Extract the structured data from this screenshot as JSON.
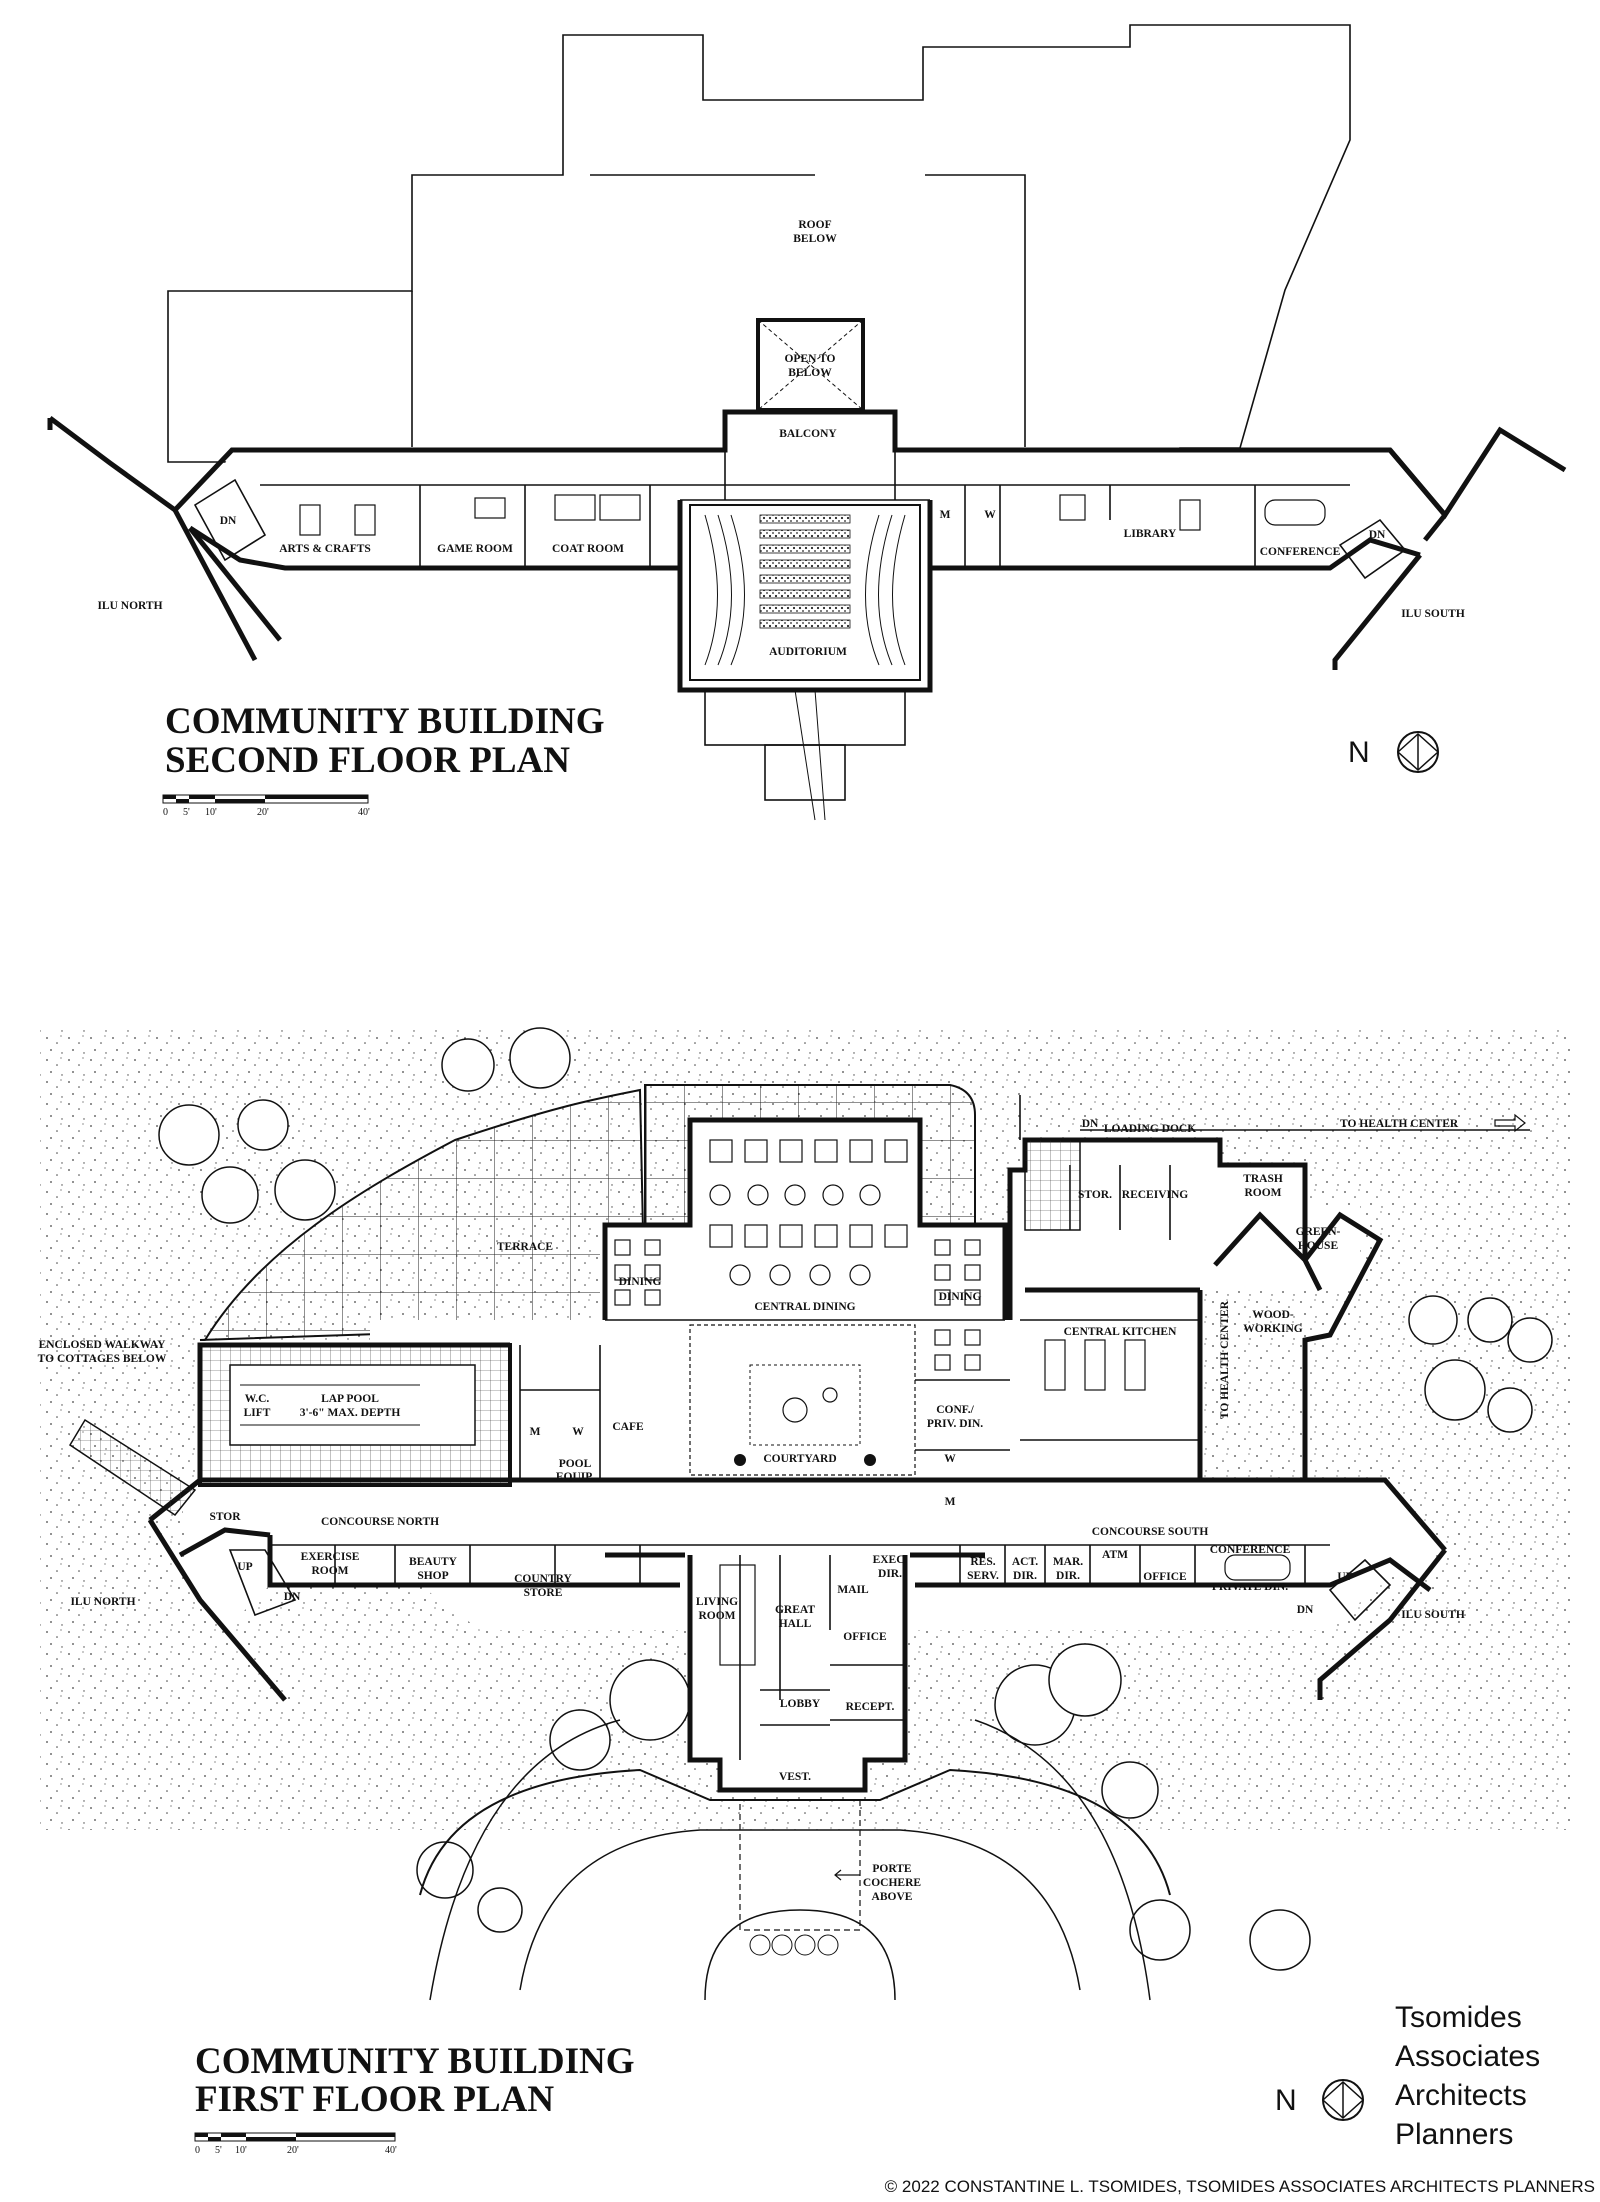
{
  "second_floor": {
    "title_line1": "COMMUNITY BUILDING",
    "title_line2": "SECOND FLOOR PLAN",
    "rooms": {
      "roof_below_1": "ROOF",
      "roof_below_2": "BELOW",
      "open_to_below_1": "OPEN TO",
      "open_to_below_2": "BELOW",
      "balcony": "BALCONY",
      "arts_crafts": "ARTS & CRAFTS",
      "game_room": "GAME ROOM",
      "coat_room": "COAT ROOM",
      "auditorium": "AUDITORIUM",
      "m": "M",
      "w": "W",
      "library": "LIBRARY",
      "conference": "CONFERENCE",
      "dn_north": "DN",
      "dn_south": "DN",
      "ilu_north": "ILU NORTH",
      "ilu_south": "ILU SOUTH"
    },
    "scale": [
      "0",
      "5'",
      "10'",
      "20'",
      "40'"
    ],
    "north_label": "N"
  },
  "first_floor": {
    "title_line1": "COMMUNITY BUILDING",
    "title_line2": "FIRST FLOOR PLAN",
    "rooms": {
      "terrace": "TERRACE",
      "dining_left": "DINING",
      "central_dining": "CENTRAL DINING",
      "dining_right": "DINING",
      "loading_dock": "LOADING DOCK",
      "dn_dock": "DN",
      "to_health_center": "TO HEALTH CENTER",
      "to_health_center_vertical": "TO HEALTH CENTER",
      "stor": "STOR.",
      "receiving": "RECEIVING",
      "trash_room_1": "TRASH",
      "trash_room_2": "ROOM",
      "greenhouse_1": "GREEN-",
      "greenhouse_2": "HOUSE",
      "woodworking_1": "WOOD-",
      "woodworking_2": "WORKING",
      "central_kitchen": "CENTRAL KITCHEN",
      "enclosed_walkway_1": "ENCLOSED WALKWAY",
      "enclosed_walkway_2": "TO COTTAGES BELOW",
      "wc_lift_1": "W.C.",
      "wc_lift_2": "LIFT",
      "lap_pool_1": "LAP POOL",
      "lap_pool_2": "3'-6\" MAX. DEPTH",
      "m_left": "M",
      "w_left": "W",
      "cafe": "CAFE",
      "pool_equip_1": "POOL",
      "pool_equip_2": "EQUIP.",
      "courtyard": "COURTYARD",
      "conf_priv_1": "CONF./",
      "conf_priv_2": "PRIV. DIN.",
      "w_right": "W",
      "m_right": "M",
      "stor_left": "STOR",
      "concourse_north": "CONCOURSE NORTH",
      "concourse_south": "CONCOURSE SOUTH",
      "exercise_1": "EXERCISE",
      "exercise_2": "ROOM",
      "beauty_1": "BEAUTY",
      "beauty_2": "SHOP",
      "country_1": "COUNTRY",
      "country_2": "STORE",
      "living_1": "LIVING",
      "living_2": "ROOM",
      "great_hall_1": "GREAT",
      "great_hall_2": "HALL",
      "mail": "MAIL",
      "exec_dir_1": "EXEC.",
      "exec_dir_2": "DIR.",
      "res_serv_1": "RES.",
      "res_serv_2": "SERV.",
      "act_dir_1": "ACT.",
      "act_dir_2": "DIR.",
      "mar_dir_1": "MAR.",
      "mar_dir_2": "DIR.",
      "atm": "ATM",
      "office_right": "OFFICE",
      "conference": "CONFERENCE",
      "private_din": "PRIVATE DIN.",
      "office_center": "OFFICE",
      "lobby": "LOBBY",
      "recept": "RECEPT.",
      "vest": "VEST.",
      "porte_1": "PORTE",
      "porte_2": "COCHERE",
      "porte_3": "ABOVE",
      "up_north": "UP",
      "dn_north": "DN",
      "up_south": "UP",
      "dn_south": "DN",
      "ilu_north": "ILU NORTH",
      "ilu_south": "ILU SOUTH"
    },
    "scale": [
      "0",
      "5'",
      "10'",
      "20'",
      "40'"
    ],
    "north_label": "N"
  },
  "firm": {
    "line1": "Tsomides",
    "line2": "Associates",
    "line3": "Architects",
    "line4": "Planners"
  },
  "copyright": "© 2022 CONSTANTINE L. TSOMIDES, TSOMIDES ASSOCIATES ARCHITECTS PLANNERS"
}
